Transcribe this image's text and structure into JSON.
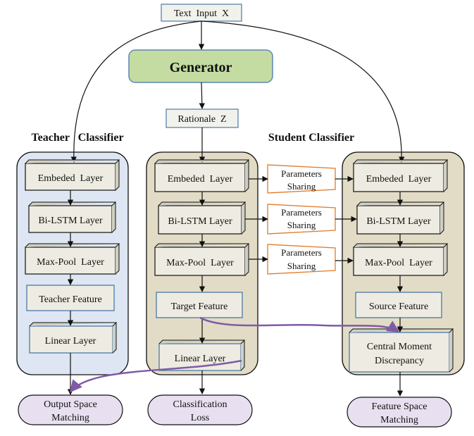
{
  "input": "Text  Input  X",
  "generator": "Generator",
  "rationale": "Rationale  Z",
  "teacher_title": "Teacher   Classifier",
  "student_title": "Student Classifier",
  "teacher": {
    "embed": "Embeded  Layer",
    "lstm": "Bi-LSTM Layer",
    "pool": "Max-Pool  Layer",
    "feature": "Teacher Feature",
    "linear": "Linear Layer"
  },
  "student_target": {
    "embed": "Embeded  Layer",
    "lstm": "Bi-LSTM Layer",
    "pool": "Max-Pool  Layer",
    "feature": "Target Feature",
    "linear": "Linear Layer"
  },
  "student_source": {
    "embed": "Embeded  Layer",
    "lstm": "Bi-LSTM Layer",
    "pool": "Max-Pool  Layer",
    "feature": "Source Feature",
    "cmd_line1": "Central Moment",
    "cmd_line2": "Discrepancy"
  },
  "sharing": [
    {
      "line1": "Parameters",
      "line2": "Sharing"
    },
    {
      "line1": "Parameters",
      "line2": "Sharing"
    },
    {
      "line1": "Parameters",
      "line2": "Sharing"
    }
  ],
  "outputs": {
    "output_space": [
      "Output Space",
      "Matching"
    ],
    "classification": [
      "Classification",
      "Loss"
    ],
    "feature_space": [
      "Feature Space",
      "Matching"
    ]
  },
  "colors": {
    "teacher_panel": "#dde6f2",
    "student_panel": "#e2dcc6",
    "generator_fill": "#c4dca2",
    "generator_border": "#5a86b3",
    "sharing_border": "#e07b28",
    "box_border": "#4a7aa8",
    "matching_line": "#7f5ba6",
    "output_fill": "#e8e0f0"
  }
}
